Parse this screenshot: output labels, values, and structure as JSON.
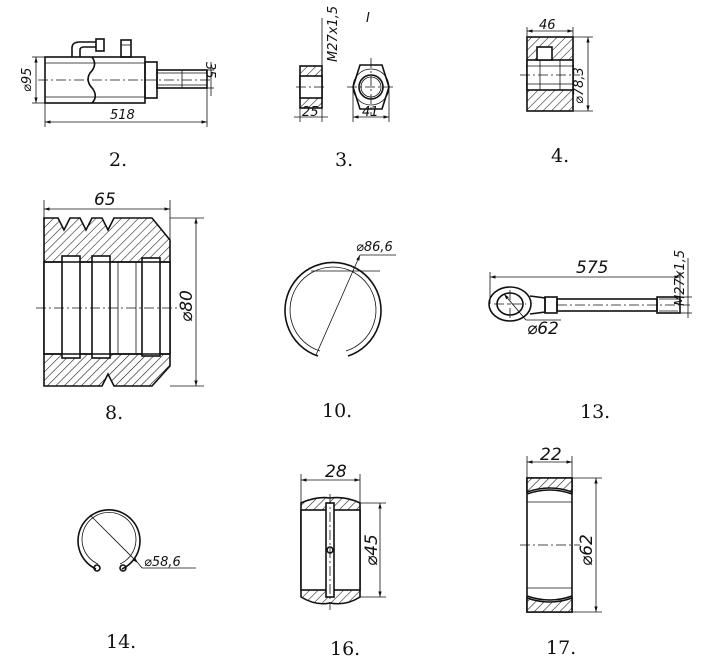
{
  "parts": [
    {
      "id": "2",
      "number": "2.",
      "dims": [
        "⌀95",
        "518",
        "35"
      ]
    },
    {
      "id": "3",
      "number": "3.",
      "dims": [
        "M27x1,5",
        "25",
        "41"
      ],
      "mark": "I"
    },
    {
      "id": "4",
      "number": "4.",
      "dims": [
        "46",
        "⌀78,3"
      ]
    },
    {
      "id": "8",
      "number": "8.",
      "dims": [
        "65",
        "⌀80"
      ]
    },
    {
      "id": "10",
      "number": "10.",
      "dims": [
        "⌀86,6"
      ]
    },
    {
      "id": "13",
      "number": "13.",
      "dims": [
        "575",
        "M27x1,5",
        "⌀62"
      ]
    },
    {
      "id": "14",
      "number": "14.",
      "dims": [
        "⌀58,6"
      ]
    },
    {
      "id": "16",
      "number": "16.",
      "dims": [
        "28",
        "⌀45"
      ]
    },
    {
      "id": "17",
      "number": "17.",
      "dims": [
        "22",
        "⌀62"
      ]
    }
  ]
}
